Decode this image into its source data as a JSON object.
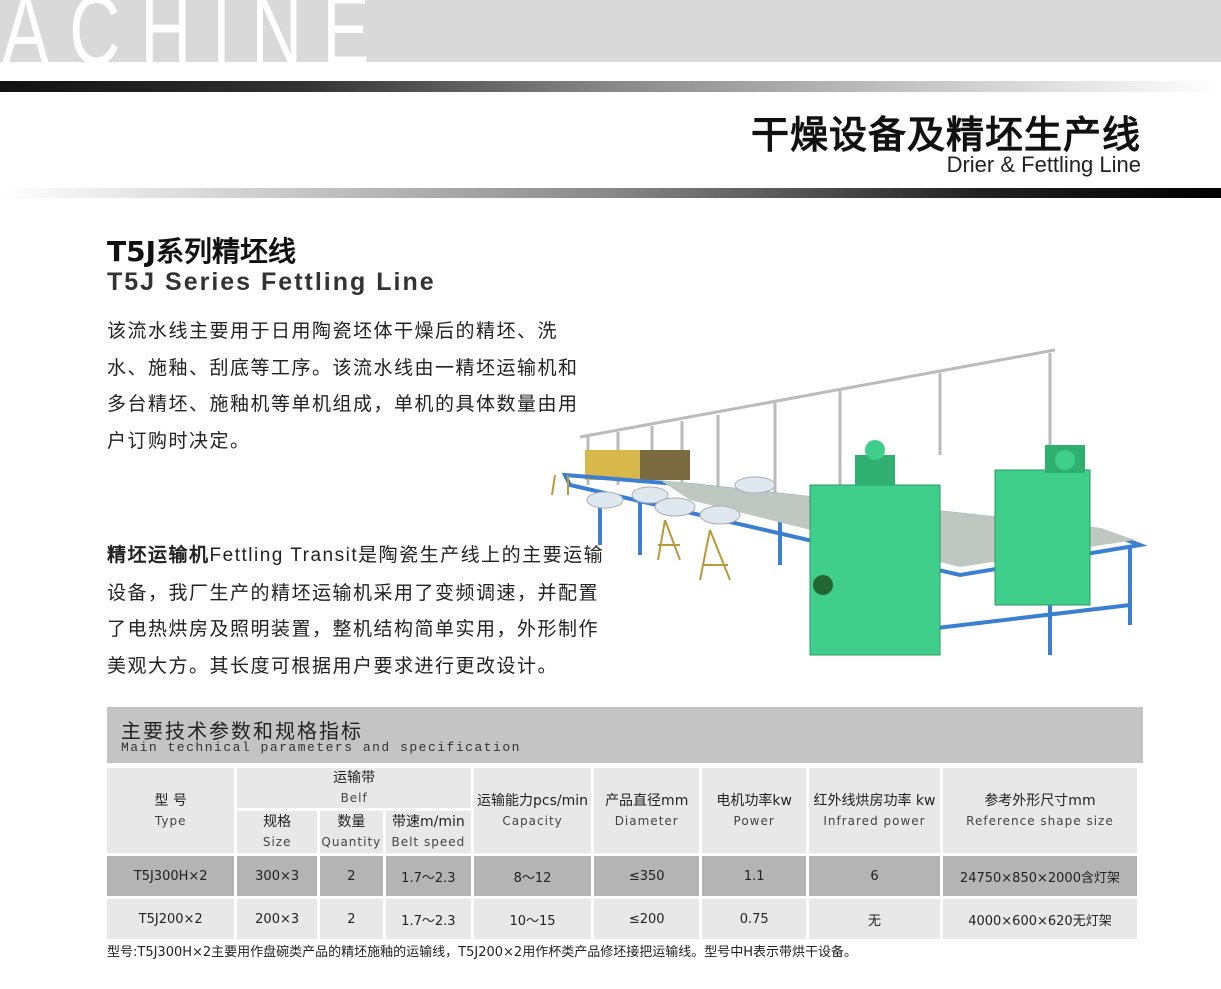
{
  "banner": {
    "watermark": "ACHINE",
    "title_cn": "干燥设备及精坯生产线",
    "title_en": "Drier & Fettling Line"
  },
  "section": {
    "title_cn": "T5J系列精坯线",
    "title_en": "T5J Series Fettling Line"
  },
  "intro": "该流水线主要用于日用陶瓷坯体干燥后的精坯、洗水、施釉、刮底等工序。该流水线由一精坯运输机和多台精坯、施釉机等单机组成，单机的具体数量由用户订购时决定。",
  "transit": {
    "lead_cn": "精坯运输机",
    "lead_en": "Fettling Transit",
    "text": "是陶瓷生产线上的主要运输设备，我厂生产的精坯运输机采用了变频调速，并配置了电热烘房及照明装置，整机结构简单实用，外形制作美观大方。其长度可根据用户要求进行更改设计。"
  },
  "table": {
    "title_cn": "主要技术参数和规格指标",
    "title_en": "Main technical parameters and specification",
    "headers": {
      "type": {
        "cn": "型  号",
        "en": "Type"
      },
      "belt": {
        "cn": "运输带",
        "en": "Belf"
      },
      "size": {
        "cn": "规格",
        "en": "Size"
      },
      "quantity": {
        "cn": "数量",
        "en": "Quantity"
      },
      "speed": {
        "cn": "带速m/min",
        "en": "Belt speed"
      },
      "capacity": {
        "cn": "运输能力pcs/min",
        "en": "Capacity"
      },
      "diameter": {
        "cn": "产品直径mm",
        "en": "Diameter"
      },
      "power": {
        "cn": "电机功率kw",
        "en": "Power"
      },
      "infrared": {
        "cn": "红外线烘房功率 kw",
        "en": "Infrared power"
      },
      "shape": {
        "cn": "参考外形尺寸mm",
        "en": "Reference shape size"
      }
    },
    "rows": [
      [
        "T5J300H×2",
        "300×3",
        "2",
        "1.7～2.3",
        "8～12",
        "≤350",
        "1.1",
        "6",
        "24750×850×2000含灯架"
      ],
      [
        "T5J200×2",
        "200×3",
        "2",
        "1.7～2.3",
        "10～15",
        "≤200",
        "0.75",
        "无",
        "4000×600×620无灯架"
      ]
    ],
    "note": "型号:T5J300H×2主要用作盘碗类产品的精坯施釉的运输线，T5J200×2用作杯类产品修坯接把运输线。型号中H表示带烘干设备。"
  },
  "colors": {
    "machine_green": "#3fcf8a",
    "frame_blue": "#3a7fd0",
    "header_gray": "#c4c4c4"
  }
}
